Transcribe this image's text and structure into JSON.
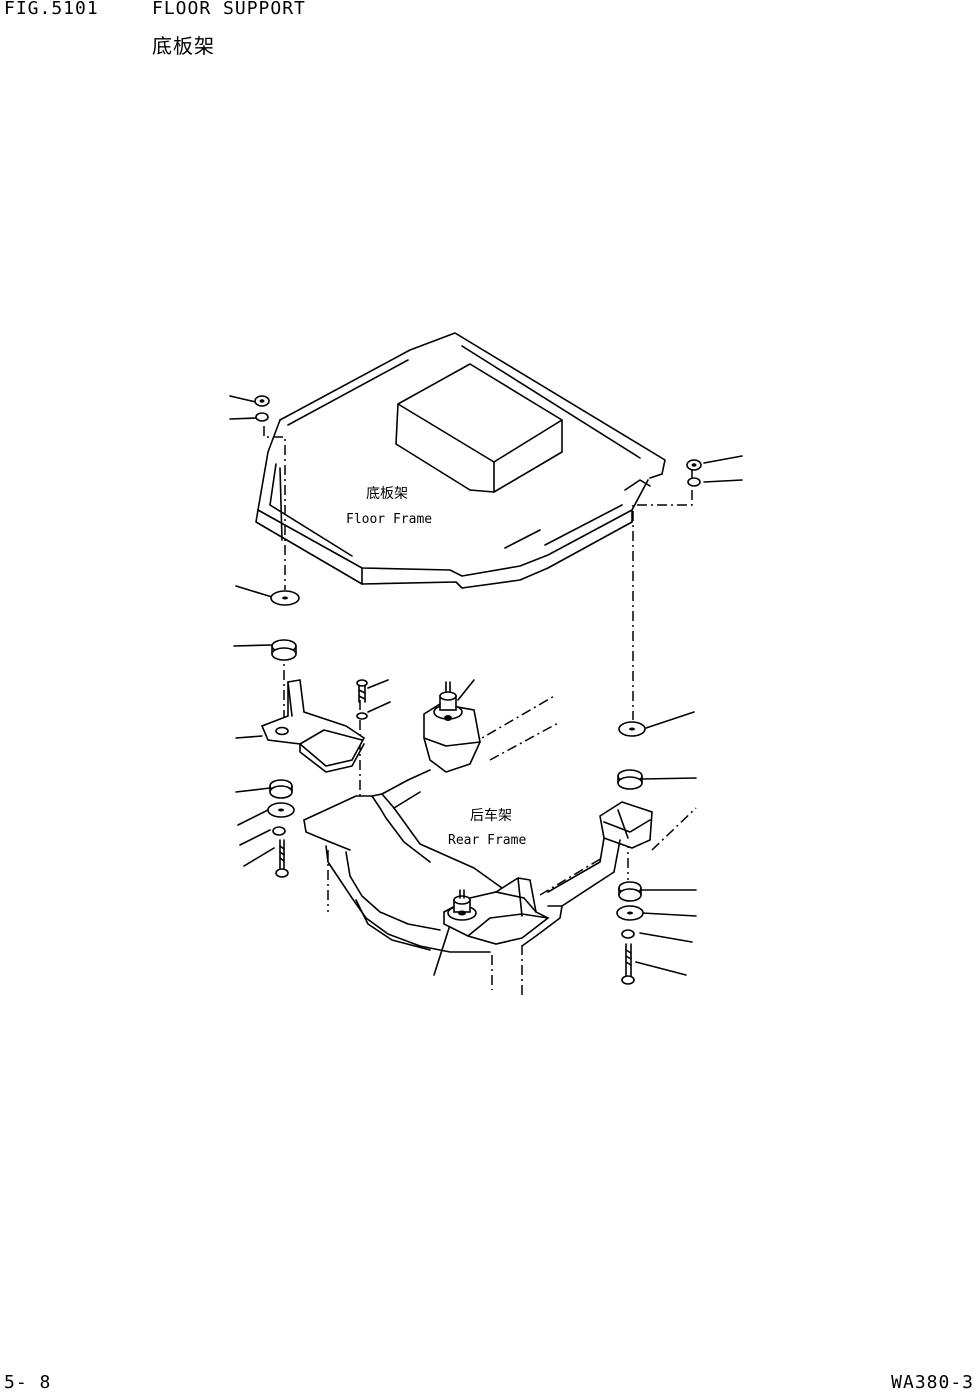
{
  "header": {
    "fig_number": "FIG.5101",
    "title": "FLOOR SUPPORT",
    "title_cn": "底板架"
  },
  "footer": {
    "page_number": "5- 8",
    "model": "WA380-3"
  },
  "labels": {
    "floor_frame_cn": "底板架",
    "floor_frame_en": "Floor Frame",
    "rear_frame_cn": "后车架",
    "rear_frame_en": "Rear Frame"
  }
}
